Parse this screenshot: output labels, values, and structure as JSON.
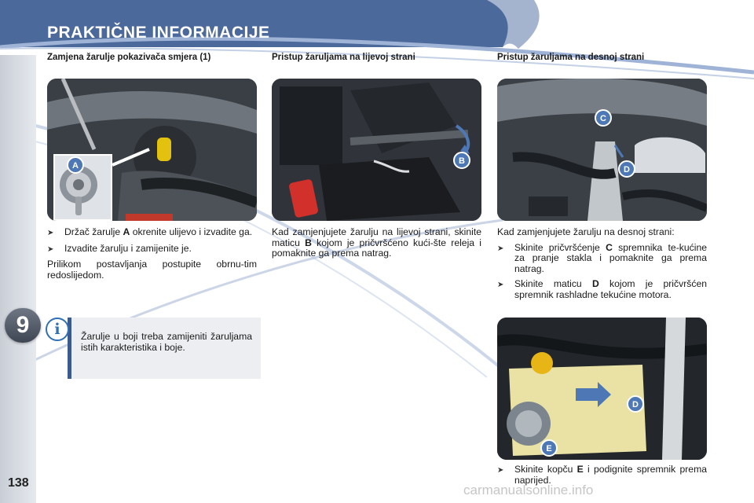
{
  "header": {
    "title": "PRAKTIČNE INFORMACIJE"
  },
  "chapter": {
    "number": "9"
  },
  "page": {
    "number": "138"
  },
  "watermark": "carmanualsonline.info",
  "colors": {
    "header_blue": "#3c5a8c",
    "light_blue": "#9fb3d6",
    "info_blue": "#2f6fb4"
  },
  "col1": {
    "heading": "Zamjena žarulje pokazivača smjera (1)",
    "bullets": [
      {
        "pre": "Držač žarulje ",
        "bold": "A",
        "post": " okrenite ulijevo i izvadite ga."
      },
      {
        "text": "Izvadite žarulju i zamijenite je."
      }
    ],
    "paragraph": "Prilikom postavljanja postupite obrnu-tim redoslijedom.",
    "info_text": "Žarulje u boji treba zamijeniti žaruljama istih karakteristika i boje.",
    "photo_label": "A"
  },
  "col2": {
    "heading": "Pristup žaruljama na lijevoj strani",
    "text_pre": "Kad zamjenjujete žarulju na lijevoj strani, skinite maticu ",
    "text_bold": "B",
    "text_post": " kojom je pričvršćeno kući-šte releja i pomaknite ga prema natrag.",
    "photo_label": "B"
  },
  "col3": {
    "heading": "Pristup žaruljama na desnoj strani",
    "intro": "Kad zamjenjujete žarulju na desnoj strani:",
    "bullets": [
      {
        "pre": "Skinite pričvršćenje ",
        "bold": "C",
        "post": " spremnika te-kućine za pranje stakla i pomaknite ga prema natrag."
      },
      {
        "pre": "Skinite maticu ",
        "bold": "D",
        "post": " kojom je pričvršćen spremnik rashladne tekućine motora."
      }
    ],
    "bullet_bottom": {
      "pre": "Skinite kopču ",
      "bold": "E",
      "post": " i podignite spremnik prema naprijed."
    },
    "photo_top_labels": [
      "C",
      "D"
    ],
    "photo_bottom_labels": [
      "D",
      "E"
    ]
  }
}
